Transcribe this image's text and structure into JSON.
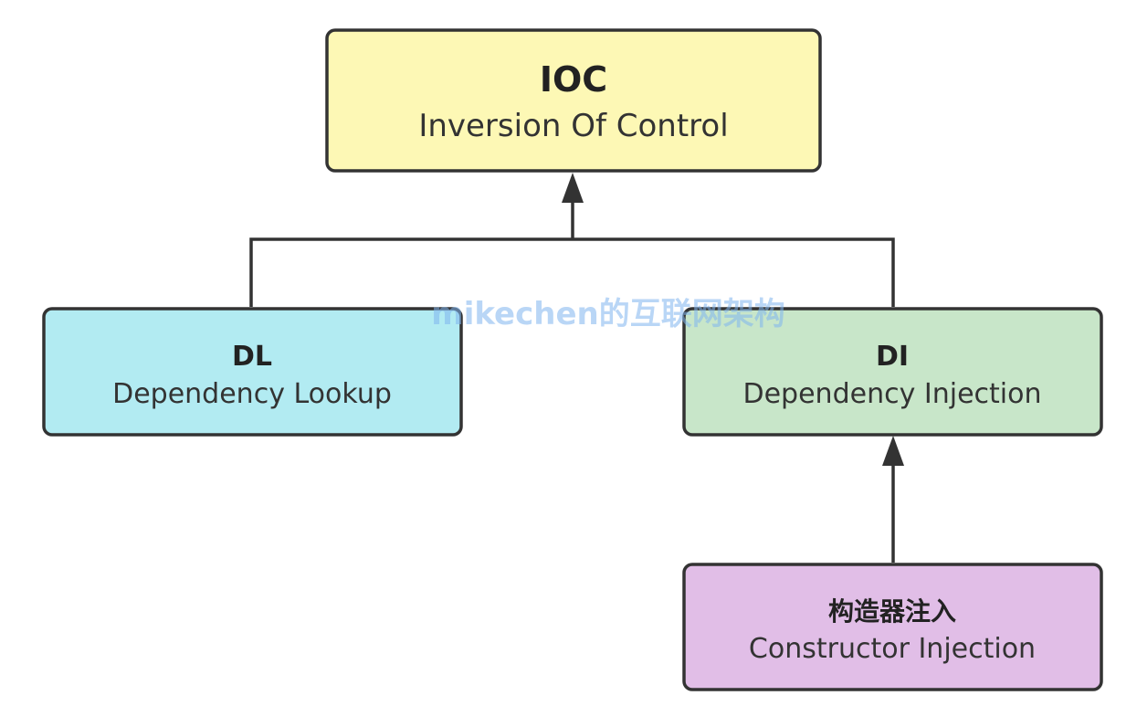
{
  "nodes": {
    "ioc": {
      "title": "IOC",
      "subtitle": "Inversion Of Control",
      "fill": "#fdf8b5"
    },
    "dl": {
      "title": "DL",
      "subtitle": "Dependency Lookup",
      "fill": "#b2ebf2"
    },
    "di": {
      "title": "DI",
      "subtitle": "Dependency Injection",
      "fill": "#c8e6c9"
    },
    "ci": {
      "title": "构造器注入",
      "subtitle": "Constructor Injection",
      "fill": "#e1bee7"
    }
  },
  "watermark": {
    "text": "mikechen的互联网架构"
  },
  "colors": {
    "stroke": "#333333",
    "watermark": "#7fb5ee"
  }
}
